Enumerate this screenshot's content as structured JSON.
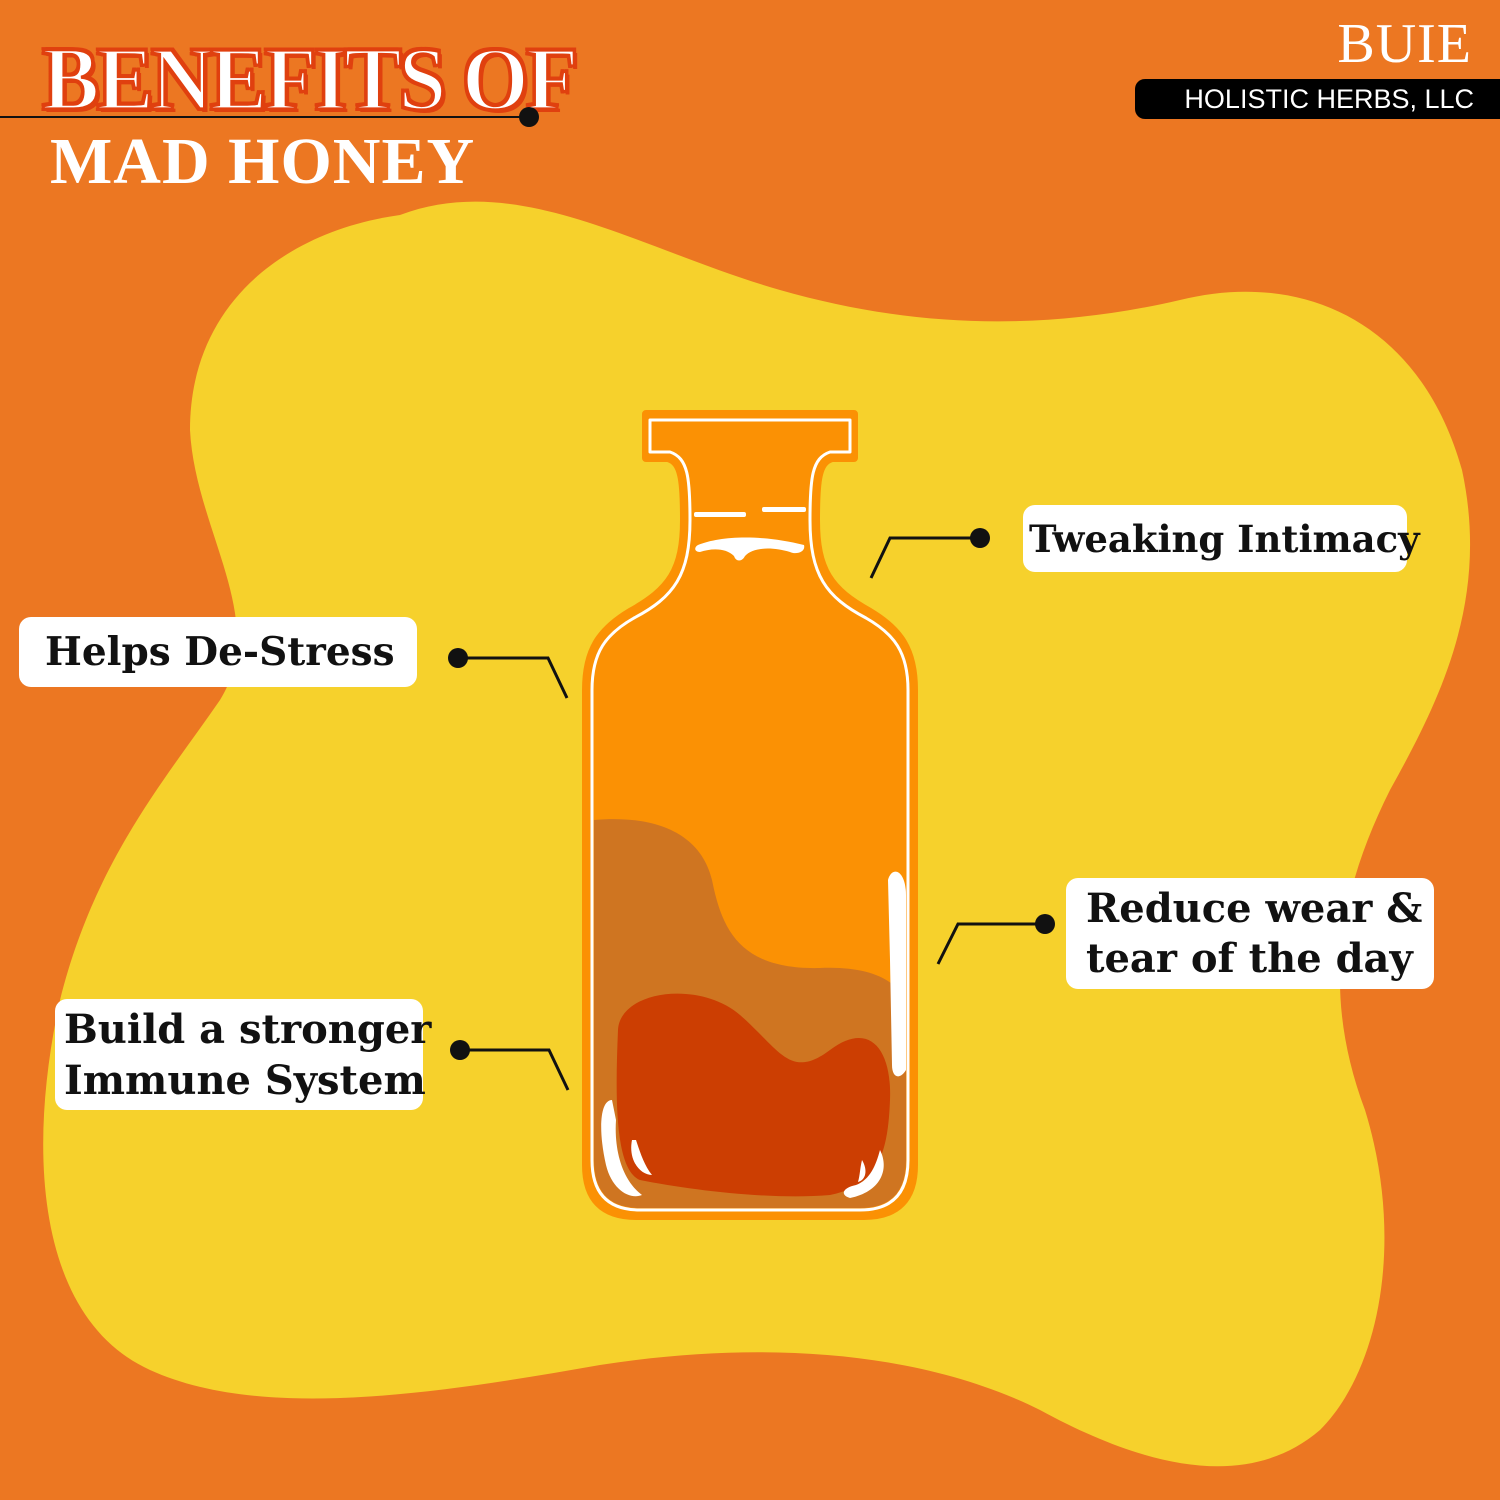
{
  "header": {
    "title_line1": "BENEFITS OF",
    "title_line2": "MAD HONEY"
  },
  "brand": {
    "name": "BUIE",
    "subtitle": "HOLISTIC HERBS, LLC"
  },
  "benefits": {
    "tweaking_intimacy": "Tweaking Intimacy",
    "helps_de_stress": "Helps De-Stress",
    "reduce_wear_line1": "Reduce wear &",
    "reduce_wear_line2": "tear of the day",
    "immune_line1": "Build a stronger",
    "immune_line2": "Immune System"
  },
  "colors": {
    "background": "#ec7722",
    "blob": "#f6d12c",
    "bottle_fill": "#fb9104",
    "honey_mid": "#cf7521",
    "honey_dark": "#cc3e02",
    "outline": "#ffffff",
    "connector": "#111111"
  }
}
